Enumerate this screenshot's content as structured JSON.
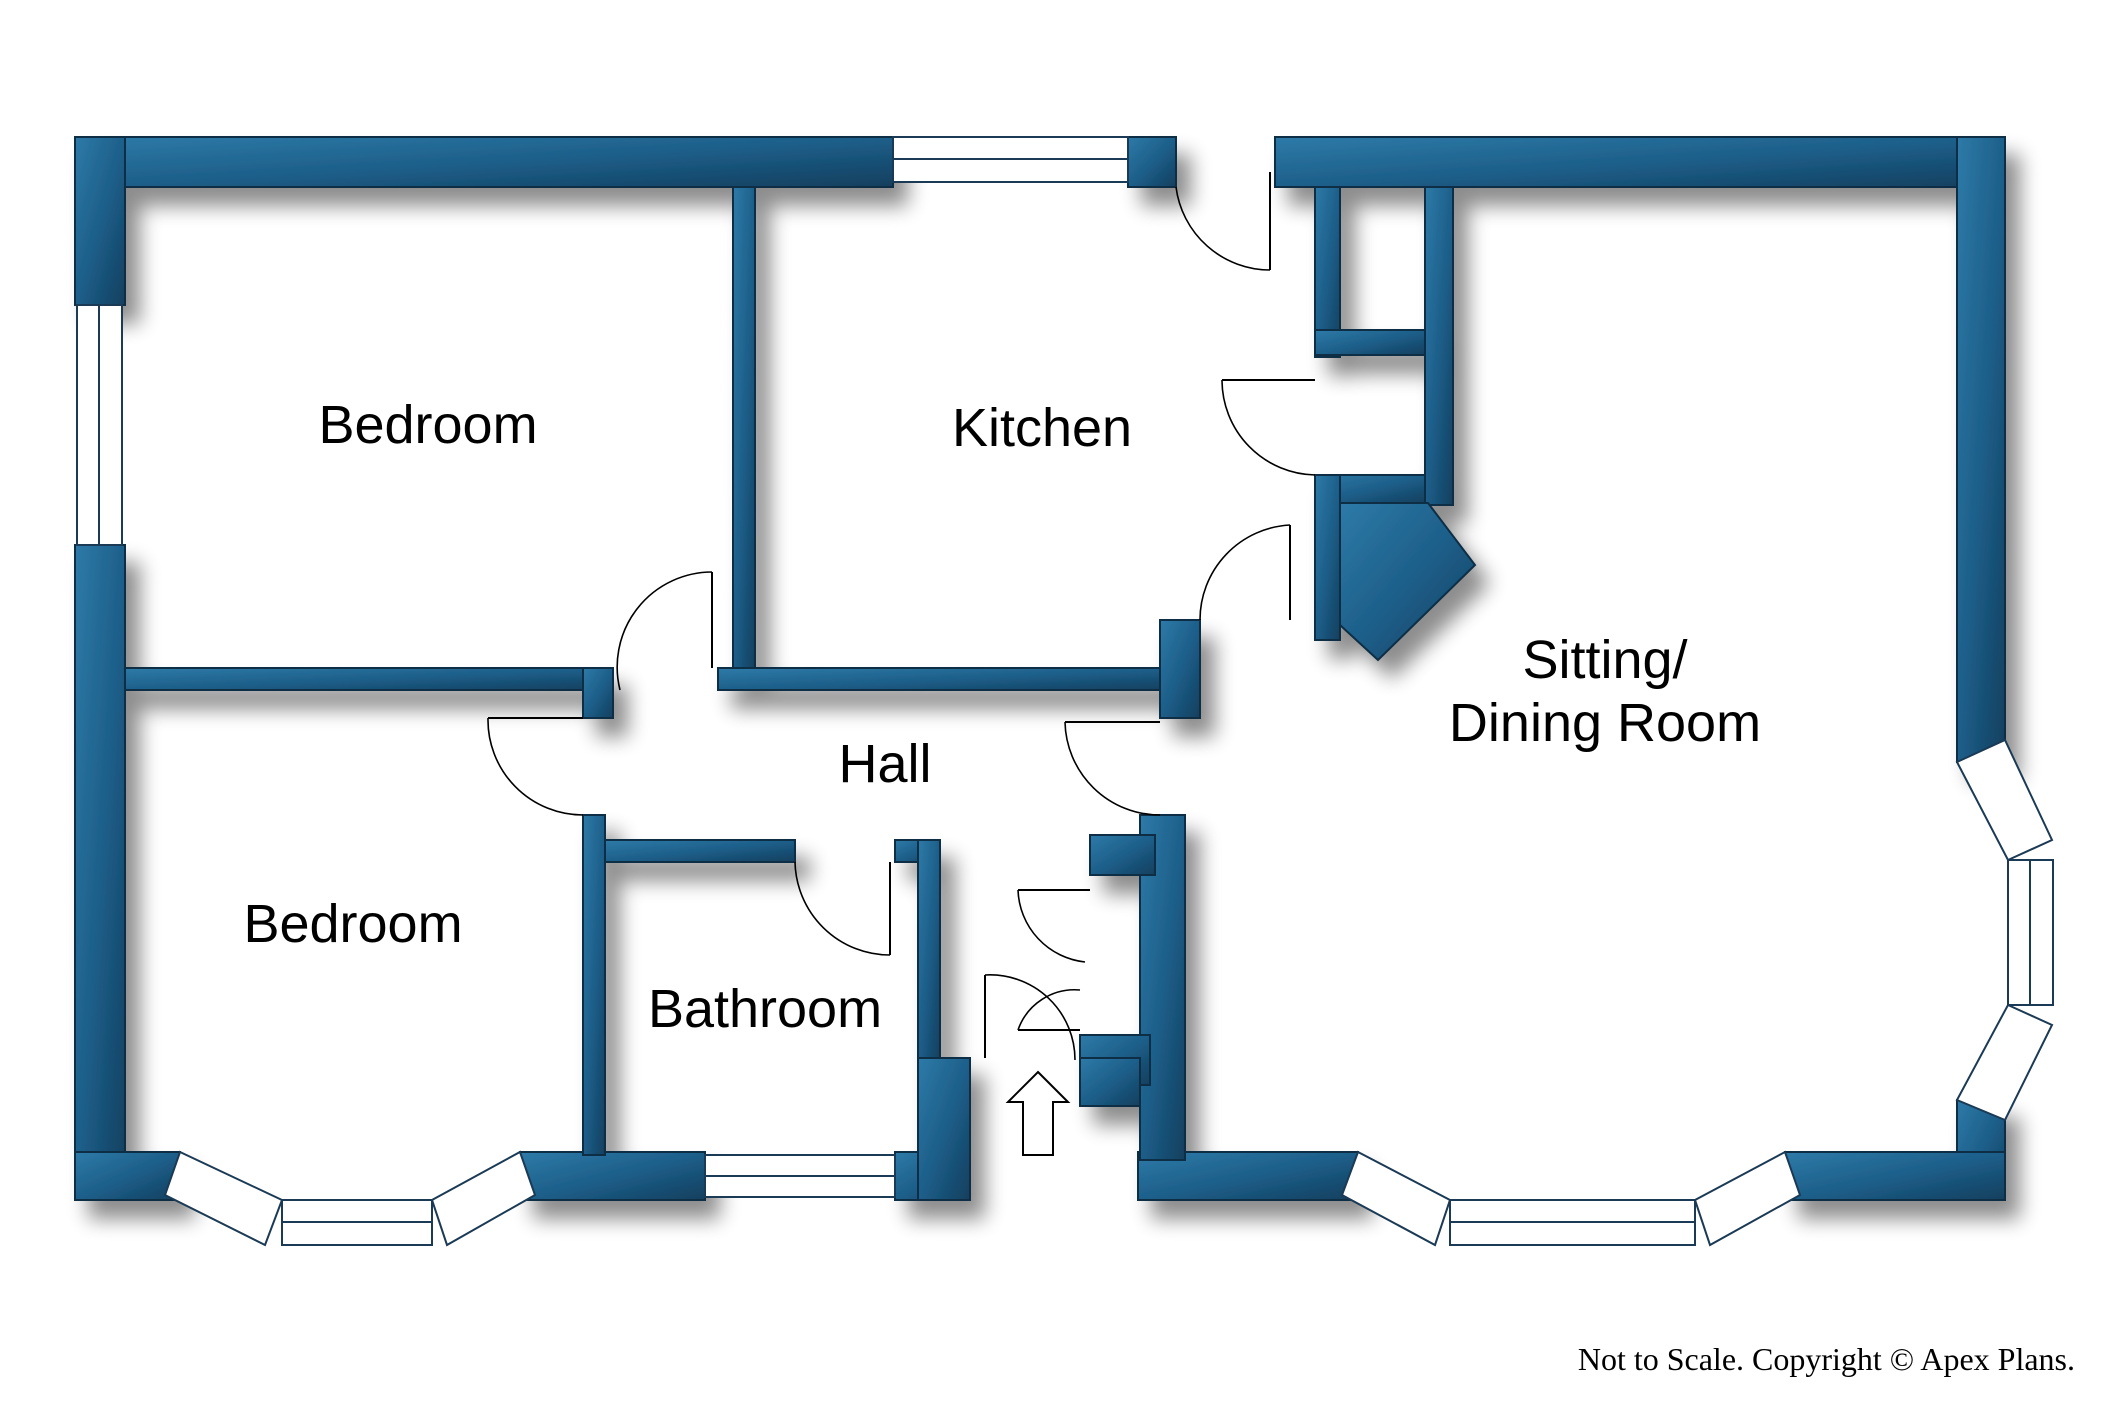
{
  "plan": {
    "rooms": [
      {
        "id": "bedroom-1",
        "label": "Bedroom"
      },
      {
        "id": "kitchen",
        "label": "Kitchen"
      },
      {
        "id": "sitting-line1",
        "label": "Sitting/"
      },
      {
        "id": "sitting-line2",
        "label": "Dining Room"
      },
      {
        "id": "hall",
        "label": "Hall"
      },
      {
        "id": "bedroom-2",
        "label": "Bedroom"
      },
      {
        "id": "bathroom",
        "label": "Bathroom"
      }
    ],
    "footer": "Not to Scale. Copyright © Apex Plans."
  },
  "colors": {
    "wall_light": "#2e7aa8",
    "wall_mid": "#1d5f8a",
    "wall_dark": "#123f5e",
    "background": "#ffffff"
  }
}
